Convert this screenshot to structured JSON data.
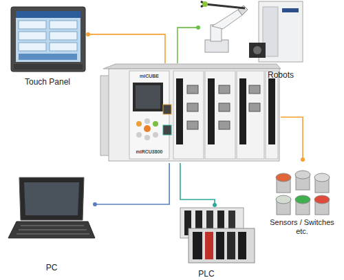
{
  "diagram": {
    "nodes": [
      {
        "text": [
          "Touch Panel"
        ]
      },
      {
        "text": [
          "Robots"
        ]
      },
      {
        "text": [
          "miCUBE",
          "miRCU3800"
        ]
      },
      {
        "text": [
          "Sensors / Switches etc."
        ]
      },
      {
        "text": [
          "PC"
        ]
      },
      {
        "text": [
          "PLC"
        ]
      }
    ],
    "edges": [
      {
        "from": 2,
        "to": 0,
        "arrow": "none"
      },
      {
        "from": 2,
        "to": 1,
        "arrow": "none"
      },
      {
        "from": 2,
        "to": 3,
        "arrow": "none"
      },
      {
        "from": 2,
        "to": 5,
        "arrow": "none"
      },
      {
        "from": 2,
        "to": 4,
        "arrow": "none"
      }
    ]
  }
}
